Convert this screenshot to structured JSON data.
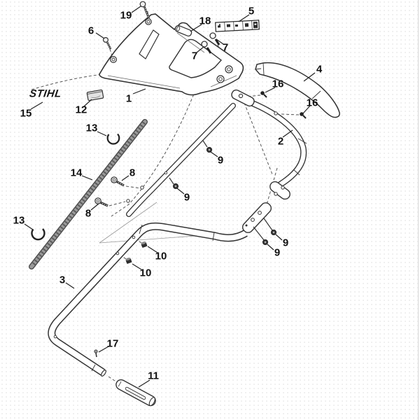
{
  "diagram": {
    "brand_logo": "STIHL",
    "callouts": [
      {
        "num": "19"
      },
      {
        "num": "6"
      },
      {
        "num": "18"
      },
      {
        "num": "5"
      },
      {
        "num": "7"
      },
      {
        "num": "7"
      },
      {
        "num": "4"
      },
      {
        "num": "16"
      },
      {
        "num": "16"
      },
      {
        "num": "2"
      },
      {
        "num": "1"
      },
      {
        "num": "15"
      },
      {
        "num": "12"
      },
      {
        "num": "13"
      },
      {
        "num": "14"
      },
      {
        "num": "8"
      },
      {
        "num": "8"
      },
      {
        "num": "9"
      },
      {
        "num": "9"
      },
      {
        "num": "13"
      },
      {
        "num": "3"
      },
      {
        "num": "10"
      },
      {
        "num": "10"
      },
      {
        "num": "9"
      },
      {
        "num": "9"
      },
      {
        "num": "17"
      },
      {
        "num": "11"
      }
    ],
    "colors": {
      "line": "#333333",
      "label": "#111111",
      "rod_fill": "#8a8a8a",
      "background": "#ffffff"
    }
  }
}
